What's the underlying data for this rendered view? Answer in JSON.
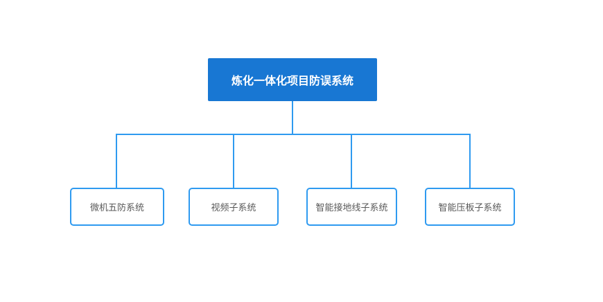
{
  "diagram": {
    "type": "org-chart",
    "root": {
      "label": "炼化一体化项目防误系统"
    },
    "children": [
      {
        "label": "微机五防系统"
      },
      {
        "label": "视频子系统"
      },
      {
        "label": "智能接地线子系统"
      },
      {
        "label": "智能压板子系统"
      }
    ]
  },
  "colors": {
    "root-fill": "#1877d3",
    "root-text": "#ffffff",
    "line-color": "#2e9af0",
    "child-border": "#2e9af0",
    "child-fill": "#ffffff",
    "child-text": "#595959"
  }
}
